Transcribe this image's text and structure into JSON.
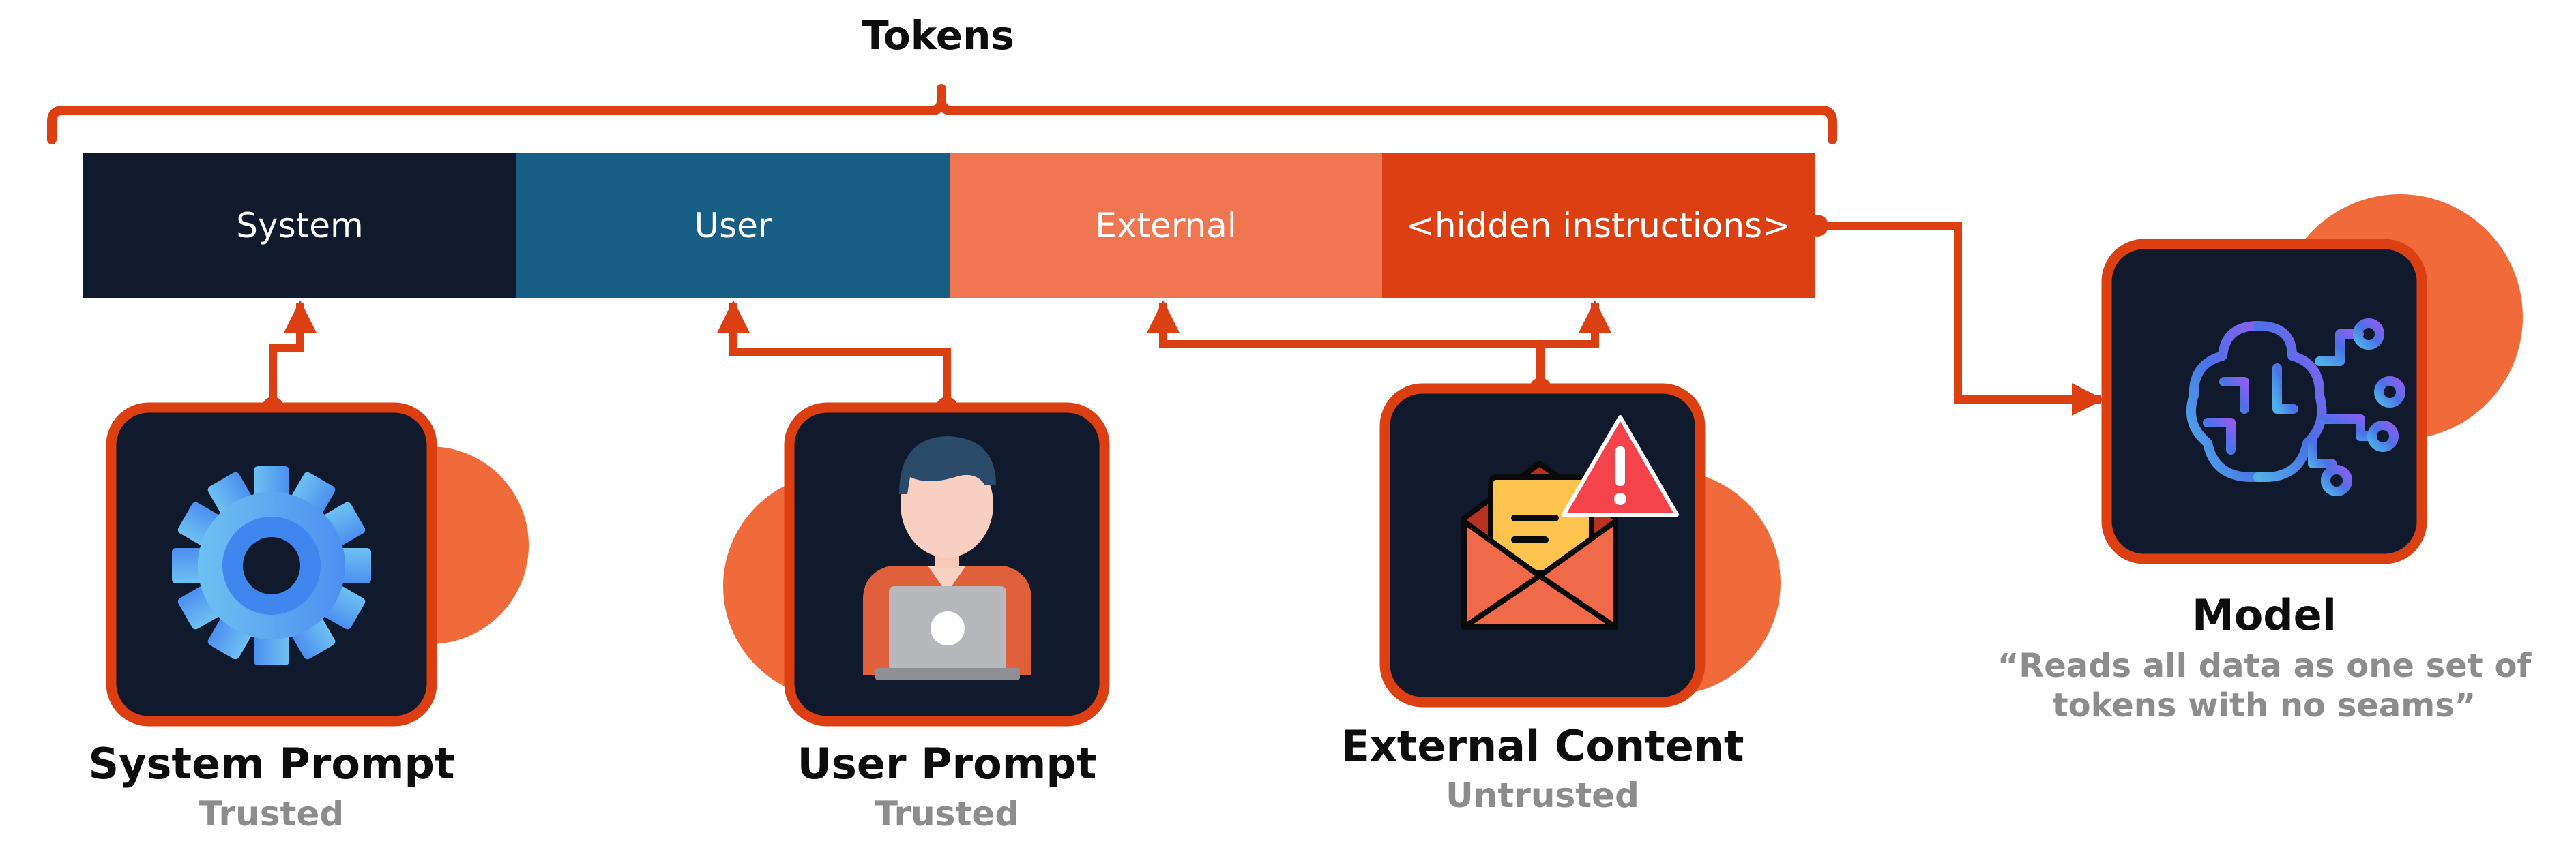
{
  "diagram": {
    "title": "Tokens",
    "segments": {
      "system": "System",
      "user": "User",
      "external": "External",
      "hidden": "<hidden instructions>"
    },
    "cards": {
      "system_prompt": {
        "label": "System Prompt",
        "trust": "Trusted",
        "icon": "gear-icon"
      },
      "user_prompt": {
        "label": "User Prompt",
        "trust": "Trusted",
        "icon": "user-laptop-icon"
      },
      "external_content": {
        "label": "External Content",
        "trust": "Untrusted",
        "icon": "envelope-warning-icon"
      },
      "model": {
        "label": "Model",
        "quote": "“Reads all data as one set of tokens with no seams”",
        "icon": "brain-circuit-icon"
      }
    },
    "colors": {
      "accent": "#dc3f12",
      "accent_light": "#f06a3a",
      "dark": "#111a2c",
      "user_blue": "#175f84",
      "external_orange": "#ef7651",
      "muted_text": "#8c8c8c"
    }
  }
}
